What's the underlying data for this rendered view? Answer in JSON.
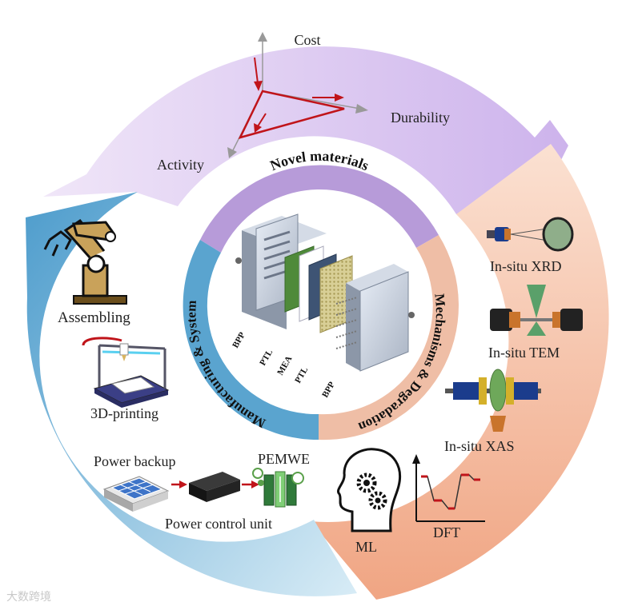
{
  "center": {
    "ring": {
      "top": "Novel materials",
      "right": "Mechanisms & Degradation",
      "left": "Manufacturing & System"
    },
    "stack_labels": [
      "BPP",
      "PTL",
      "MEA",
      "PTL",
      "BPP"
    ]
  },
  "materials": {
    "axes": {
      "cost": "Cost",
      "durability": "Durability",
      "activity": "Activity"
    }
  },
  "mechanisms": {
    "items": [
      "In-situ XRD",
      "In-situ TEM",
      "In-situ XAS",
      "DFT",
      "ML"
    ]
  },
  "manufacturing": {
    "assembling": "Assembling",
    "printing": "3D-printing",
    "power_backup": "Power backup",
    "power_control": "Power control unit",
    "pemwe": "PEMWE"
  },
  "colors": {
    "top_segment": "#dcc9ee",
    "right_segment": "#f2b89a",
    "left_segment": "#7ab4d8",
    "triangle": "#c0141a",
    "ring_top": "#b89ad8",
    "ring_right": "#eebba3",
    "ring_left": "#5aa4cf"
  },
  "watermark": "大数跨境"
}
